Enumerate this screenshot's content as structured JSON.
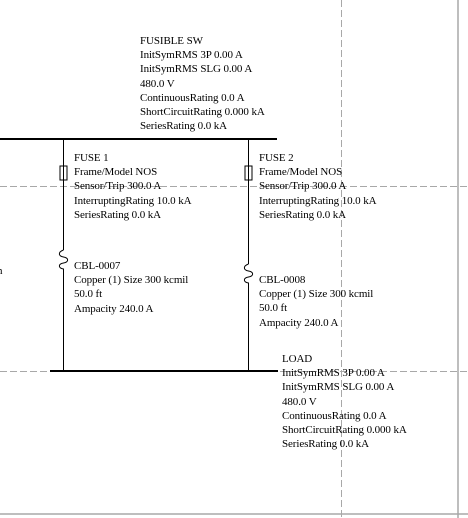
{
  "colors": {
    "line": "#000000",
    "grid": "#a8a8a8",
    "background": "#ffffff"
  },
  "fusible_sw": {
    "name": "FUSIBLE SW",
    "lines": [
      "InitSymRMS 3P 0.00 A",
      "InitSymRMS SLG 0.00 A",
      "480.0 V",
      "ContinuousRating 0.0 A",
      "ShortCircuitRating 0.000 kA",
      "SeriesRating 0.0 kA"
    ]
  },
  "fuse1": {
    "name": "FUSE 1",
    "lines": [
      "Frame/Model NOS",
      "Sensor/Trip 300.0 A",
      "InterruptingRating 10.0 kA",
      "SeriesRating 0.0 kA"
    ],
    "icon": "fuse-icon"
  },
  "fuse2": {
    "name": "FUSE 2",
    "lines": [
      "Frame/Model NOS",
      "Sensor/Trip 300.0 A",
      "InterruptingRating 10.0 kA",
      "SeriesRating 0.0 kA"
    ],
    "icon": "fuse-icon"
  },
  "cbl_0007": {
    "name": "CBL-0007",
    "lines": [
      "Copper (1) Size 300 kcmil",
      "50.0 ft",
      "Ampacity 240.0 A"
    ],
    "icon": "cable-coil-icon"
  },
  "cbl_0008": {
    "name": "CBL-0008",
    "lines": [
      "Copper (1) Size 300 kcmil",
      "50.0 ft",
      "Ampacity 240.0 A"
    ],
    "icon": "cable-coil-icon"
  },
  "load": {
    "name": "LOAD",
    "lines": [
      "InitSymRMS 3P 0.00 A",
      "InitSymRMS SLG 0.00 A",
      "480.0 V",
      "ContinuousRating 0.0 A",
      "ShortCircuitRating 0.000 kA",
      "SeriesRating 0.0 kA"
    ]
  },
  "edge_fragment": "n"
}
